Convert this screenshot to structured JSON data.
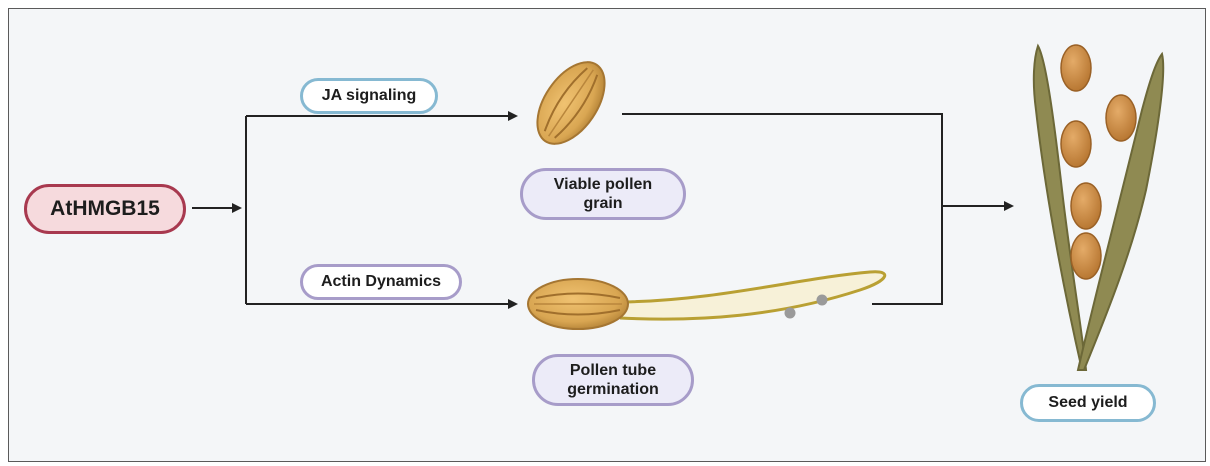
{
  "nodes": {
    "gene": "AtHMGB15",
    "ja_signaling": "JA signaling",
    "actin_dynamics": "Actin Dynamics",
    "viable_pollen": "Viable pollen\ngrain",
    "pollen_tube": "Pollen tube\ngermination",
    "seed_yield": "Seed yield"
  },
  "colors": {
    "gene_border": "#a8394f",
    "gene_fill": "#f6dadd",
    "blue_border": "#86b9d2",
    "purple_border": "#a79cc9",
    "purple_fill": "#ecebf8",
    "pollen": "#d9a652",
    "pod": "#8f8a52",
    "seed": "#c98a44",
    "arrow": "#222222"
  },
  "icons": [
    "pollen-grain-icon",
    "germinating-pollen-tube-icon",
    "seed-pod-icon"
  ]
}
